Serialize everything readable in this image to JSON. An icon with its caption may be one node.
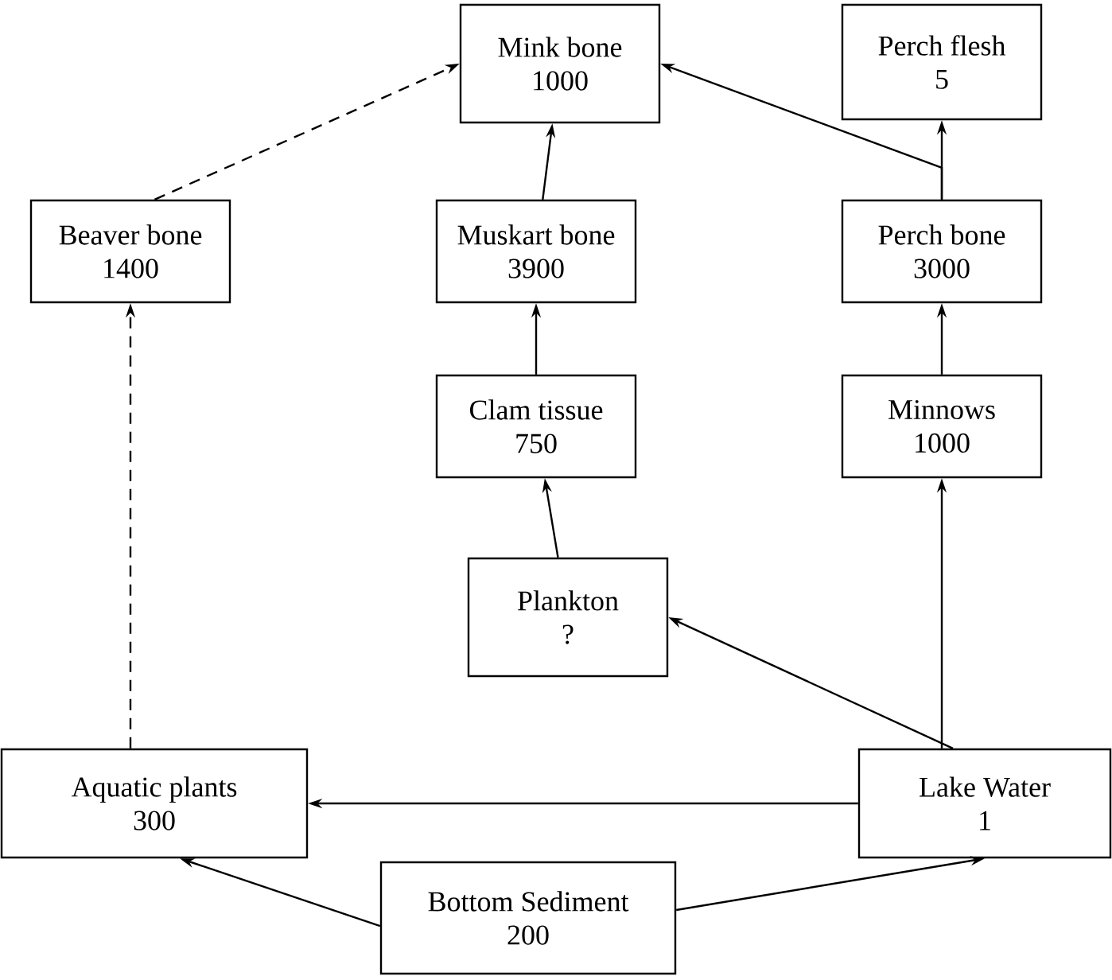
{
  "diagram": {
    "nodes": [
      {
        "text": [
          "Mink bone",
          "1000"
        ]
      },
      {
        "text": [
          "Perch flesh",
          "5"
        ]
      },
      {
        "text": [
          "Beaver bone",
          "1400"
        ]
      },
      {
        "text": [
          "Muskart bone",
          "3900"
        ]
      },
      {
        "text": [
          "Perch bone",
          "3000"
        ]
      },
      {
        "text": [
          "Clam tissue",
          "750"
        ]
      },
      {
        "text": [
          "Minnows",
          "1000"
        ]
      },
      {
        "text": [
          "Plankton",
          "?"
        ]
      },
      {
        "text": [
          "Aquatic plants",
          "300"
        ]
      },
      {
        "text": [
          "Lake Water",
          "1"
        ]
      },
      {
        "text": [
          "Bottom Sediment",
          "200"
        ]
      }
    ],
    "edges": [
      {
        "from": 2,
        "to": 0,
        "arrow": "to",
        "style": "dashed"
      },
      {
        "from": 3,
        "to": 0,
        "arrow": "to"
      },
      {
        "from": 4,
        "to": 0,
        "arrow": "to"
      },
      {
        "from": 4,
        "to": 1,
        "arrow": "to"
      },
      {
        "from": 5,
        "to": 3,
        "arrow": "to"
      },
      {
        "from": 6,
        "to": 4,
        "arrow": "to"
      },
      {
        "from": 7,
        "to": 5,
        "arrow": "to"
      },
      {
        "from": 9,
        "to": 7,
        "arrow": "to"
      },
      {
        "from": 9,
        "to": 6,
        "arrow": "to"
      },
      {
        "from": 9,
        "to": 8,
        "arrow": "to"
      },
      {
        "from": 10,
        "to": 8,
        "arrow": "to"
      },
      {
        "from": 10,
        "to": 9,
        "arrow": "to"
      },
      {
        "from": 8,
        "to": 2,
        "arrow": "to",
        "style": "dashed"
      }
    ]
  }
}
